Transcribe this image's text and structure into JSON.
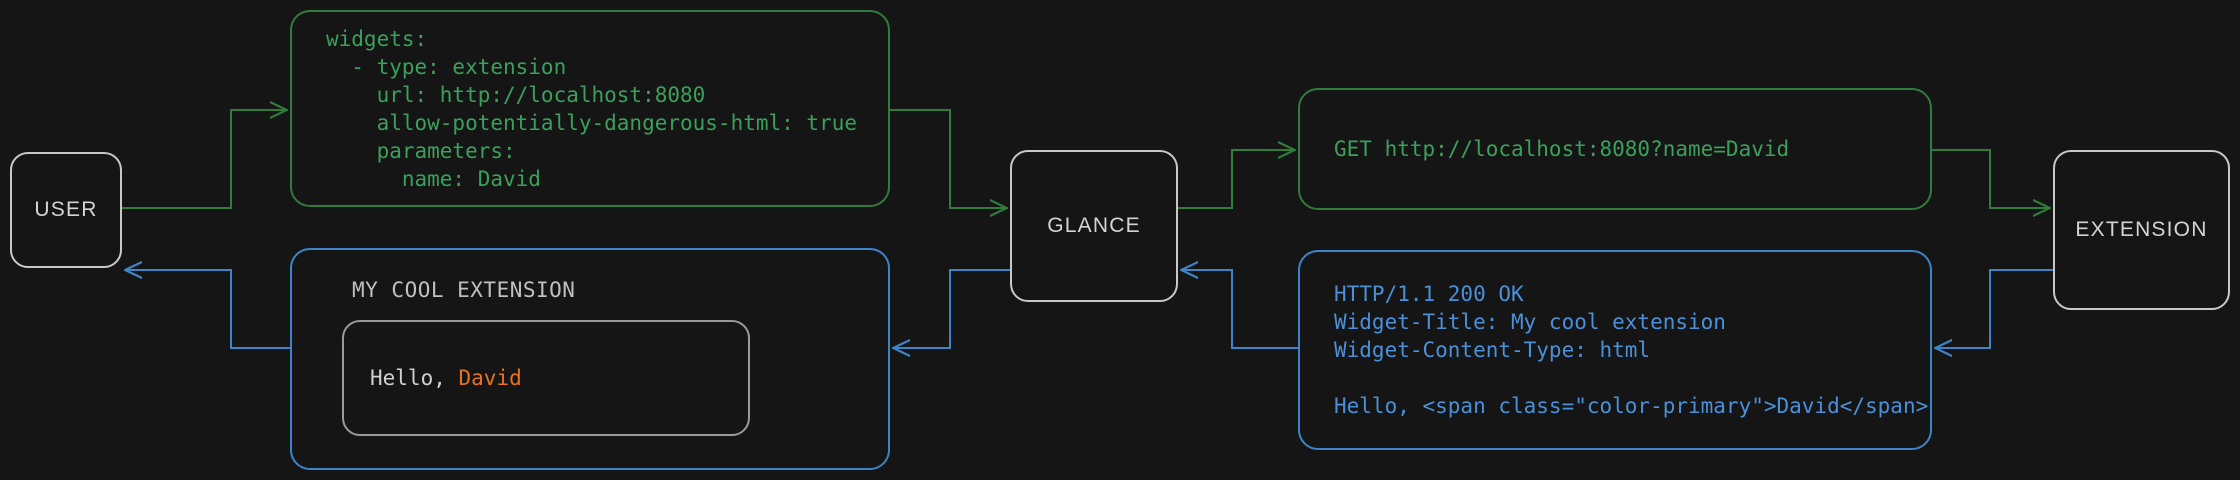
{
  "theme": {
    "background": "#151515",
    "request_color": "#3aa05a",
    "response_color": "#4a90d9",
    "node_border": "#c8c8c8",
    "node_text": "#d4d4d4",
    "accent_color": "#e8731c",
    "widget_text": "#d0d0d0"
  },
  "nodes": {
    "user": {
      "label": "USER"
    },
    "glance": {
      "label": "GLANCE"
    },
    "extension": {
      "label": "EXTENSION"
    }
  },
  "messages": {
    "config": {
      "lines": [
        "widgets:",
        "  - type: extension",
        "    url: http://localhost:8080",
        "    allow-potentially-dangerous-html: true",
        "    parameters:",
        "      name: David"
      ]
    },
    "request": {
      "lines": [
        "GET http://localhost:8080?name=David"
      ]
    },
    "response": {
      "lines": [
        "HTTP/1.1 200 OK",
        "Widget-Title: My cool extension",
        "Widget-Content-Type: html",
        "",
        "Hello, <span class=\"color-primary\">David</span>"
      ]
    }
  },
  "widget": {
    "title": "MY COOL EXTENSION",
    "greeting_prefix": "Hello, ",
    "greeting_name": "David"
  }
}
